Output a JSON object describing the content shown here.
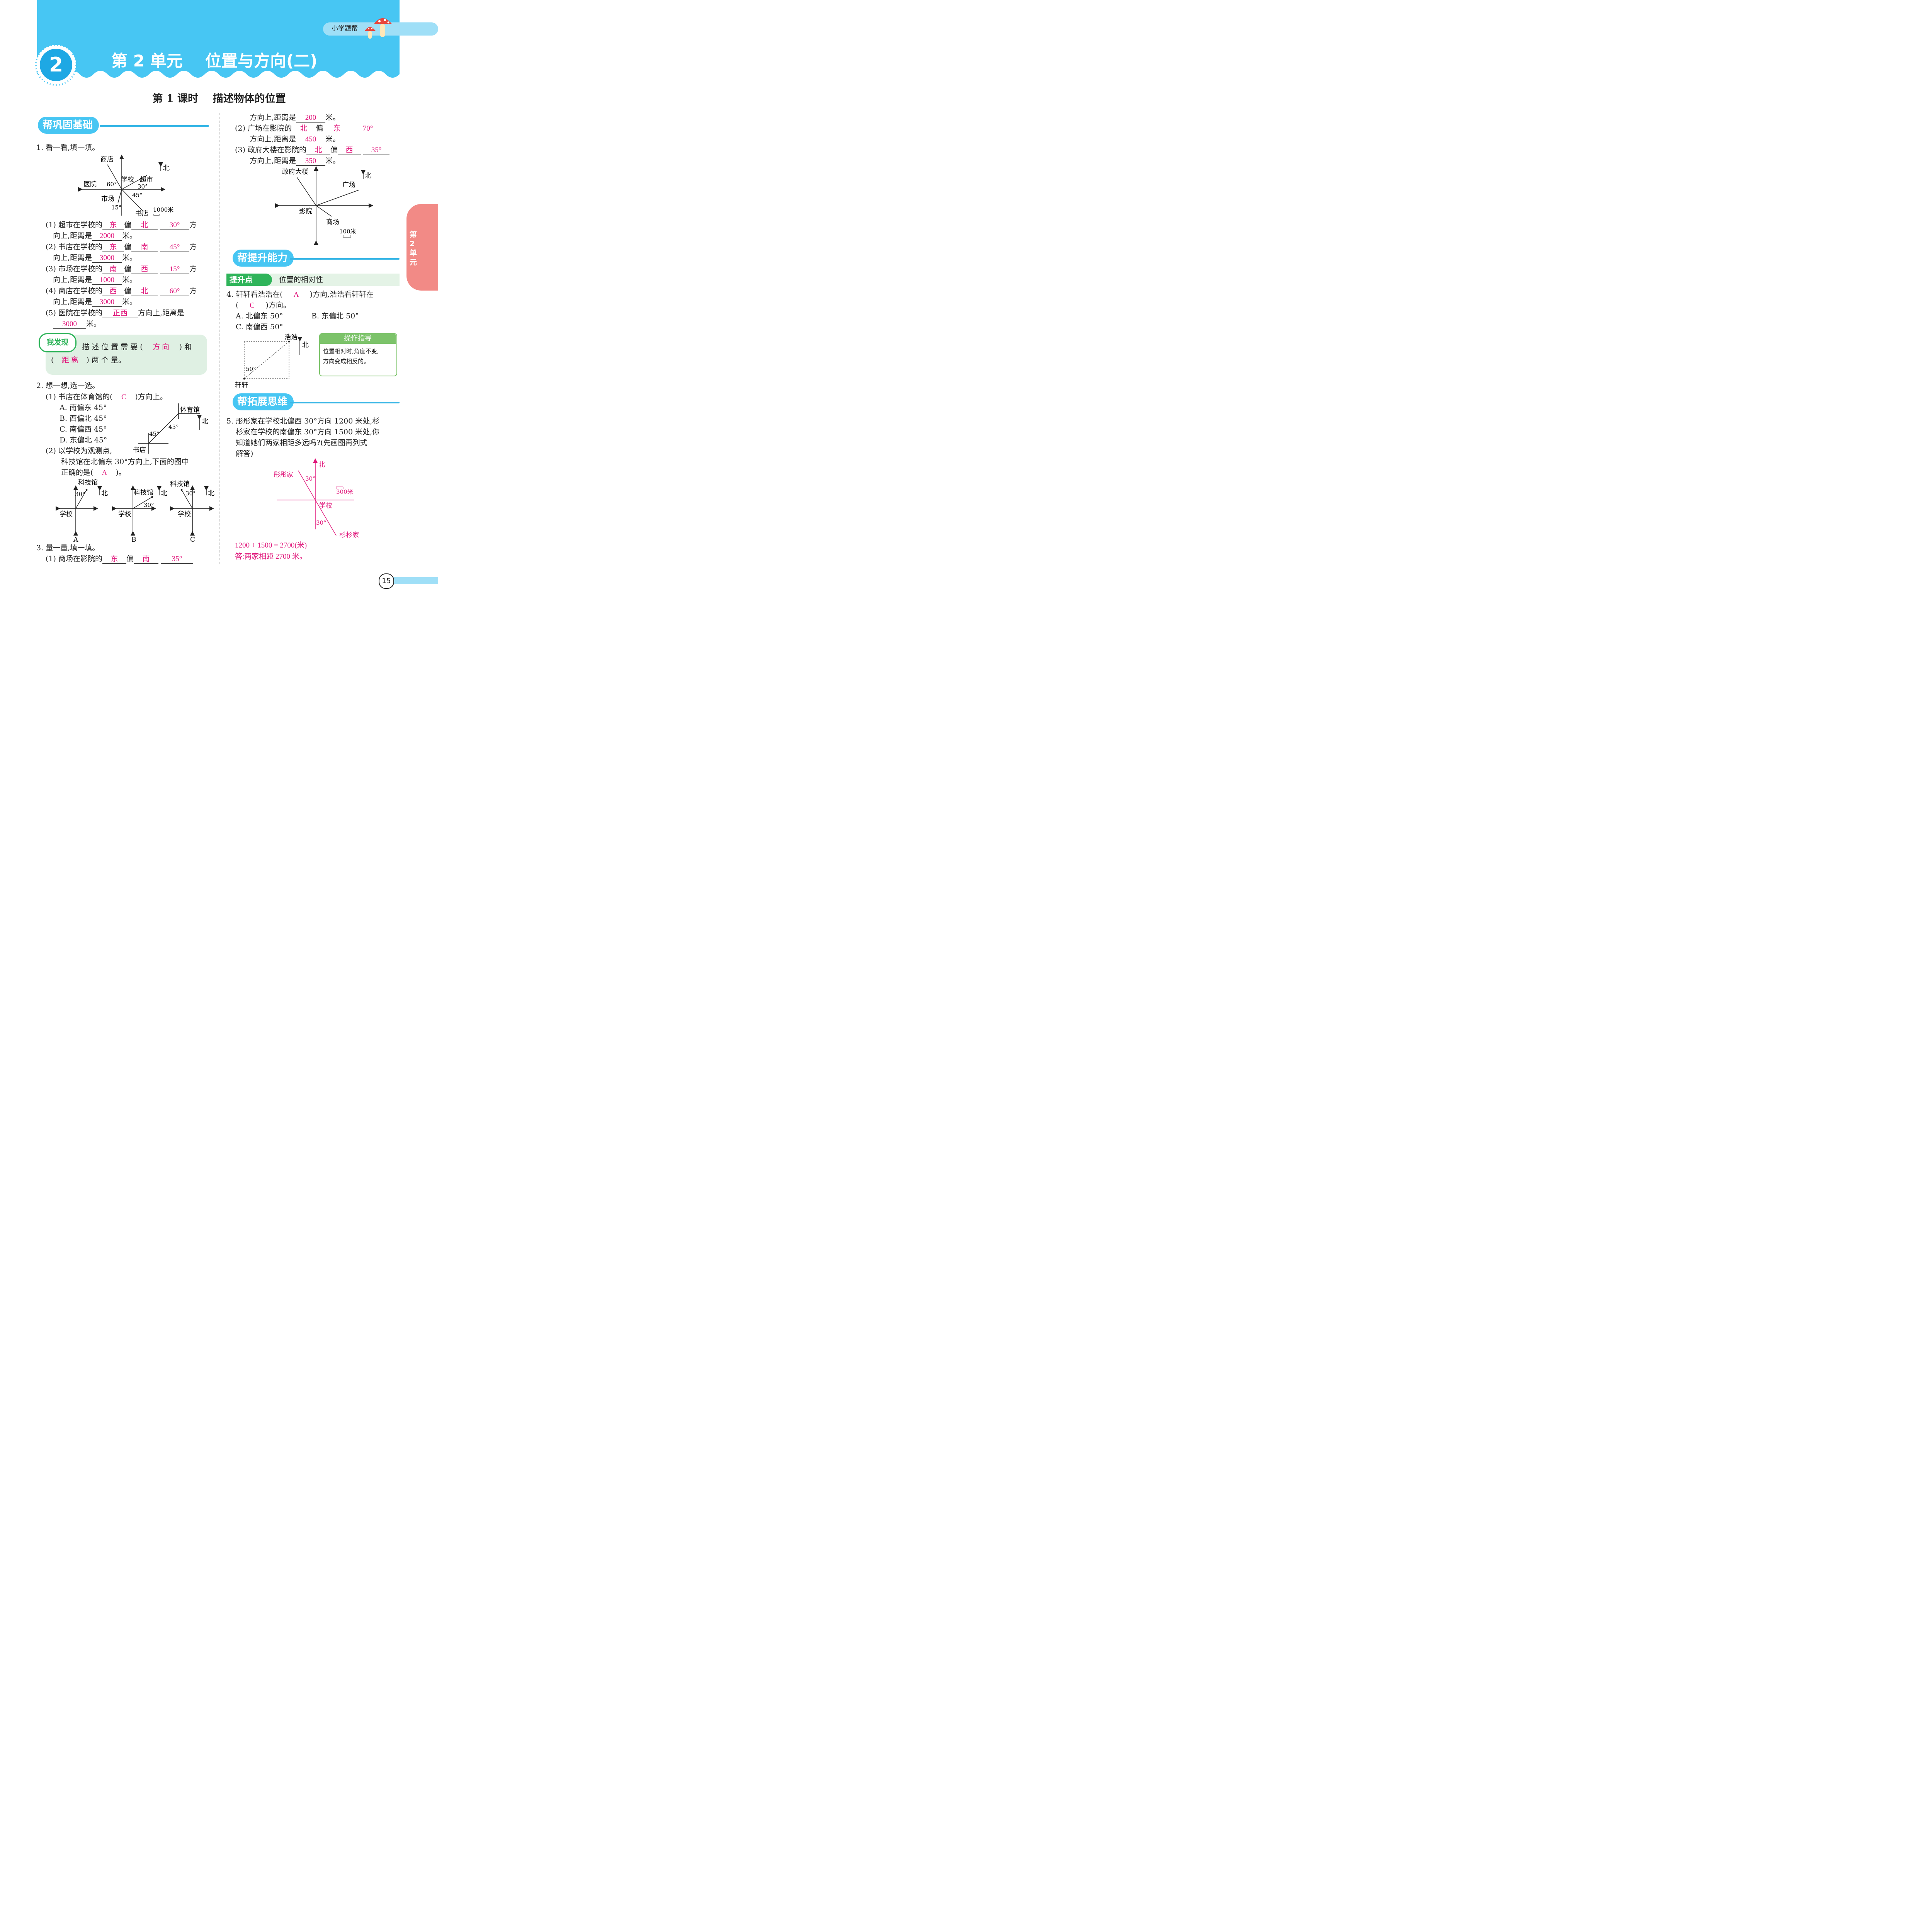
{
  "header": {
    "unit_number": "2",
    "unit_title": "第 2 单元    位置与方向(二)",
    "brand": "小学题帮",
    "lesson_title": "第 1 课时    描述物体的位置",
    "side_tab": "第2单元",
    "colors": {
      "sky": "#47c6f3",
      "pink": "#e0157a",
      "green": "#2fb45a",
      "tab": "#f28a86"
    }
  },
  "sections": {
    "basic": "帮巩固基础",
    "ability": "帮提升能力",
    "extend": "帮拓展思维"
  },
  "q1": {
    "title": "1. 看一看,填一填。",
    "map": {
      "shop": "商店",
      "north": "北",
      "school": "学校",
      "market": "超市",
      "hospital": "医院",
      "angle60": "60°",
      "angle30": "30°",
      "angle45": "45°",
      "marketplace": "市场",
      "angle15": "15°",
      "bookstore": "书店",
      "scale": "1000米"
    },
    "items": [
      {
        "pre": "(1) 超市在学校的",
        "a1": "东",
        "mid": "偏",
        "a2": "北",
        "a3": "30°",
        "suf": "方",
        "line2pre": "向上,距离是",
        "a4": "2000",
        "line2suf": "米。"
      },
      {
        "pre": "(2) 书店在学校的",
        "a1": "东",
        "mid": "偏",
        "a2": "南",
        "a3": "45°",
        "suf": "方",
        "line2pre": "向上,距离是",
        "a4": "3000",
        "line2suf": "米。"
      },
      {
        "pre": "(3) 市场在学校的",
        "a1": "南",
        "mid": "偏",
        "a2": "西",
        "a3": "15°",
        "suf": "方",
        "line2pre": "向上,距离是",
        "a4": "1000",
        "line2suf": "米。"
      },
      {
        "pre": "(4) 商店在学校的",
        "a1": "西",
        "mid": "偏",
        "a2": "北",
        "a3": "60°",
        "suf": "方",
        "line2pre": "向上,距离是",
        "a4": "3000",
        "line2suf": "米。"
      }
    ],
    "item5": {
      "pre": "(5) 医院在学校的",
      "a1": "正西",
      "suf": "方向上,距离是",
      "a2": "3000",
      "end": "米。"
    }
  },
  "discover": {
    "badge": "我发现",
    "pre": "描 述 位 置 需 要 (",
    "a1": "方 向",
    "mid": ") 和",
    "pre2": "(",
    "a2": "距 离",
    "end": ") 两 个 量。"
  },
  "q2": {
    "title": "2. 想一想,选一选。",
    "p1_pre": "(1) 书店在体育馆的(",
    "p1_ans": "C",
    "p1_suf": ")方向上。",
    "options": [
      "A. 南偏东 45°",
      "B. 西偏北 45°",
      "C. 南偏西 45°",
      "D. 东偏北 45°"
    ],
    "fig": {
      "gym": "体育馆",
      "north": "北",
      "a1": "45°",
      "a2": "45°",
      "store": "书店"
    },
    "p2_line1": "(2) 以学校为观测点,",
    "p2_line2": "科技馆在北偏东 30°方向上,下面的图中",
    "p2_line3_pre": "正确的是(",
    "p2_ans": "A",
    "p2_line3_suf": ")。",
    "figs": [
      {
        "museum": "科技馆",
        "angle": "30°",
        "north": "北",
        "school": "学校",
        "label": "A"
      },
      {
        "museum": "科技馆",
        "angle": "30°",
        "north": "北",
        "school": "学校",
        "label": "B"
      },
      {
        "museum": "科技馆",
        "angle": "30°",
        "north": "北",
        "school": "学校",
        "label": "C"
      }
    ]
  },
  "q3": {
    "title": "3. 量一量,填一填。",
    "i1": {
      "pre": "(1) 商场在影院的",
      "a1": "东",
      "mid": "偏",
      "a2": "南",
      "a3": "35°",
      "line2pre": "方向上,距离是",
      "a4": "200",
      "end": "米。"
    },
    "i2": {
      "pre": "(2) 广场在影院的",
      "a1": "北",
      "mid": "偏",
      "a2": "东",
      "a3": "70°",
      "line2pre": "方向上,距离是",
      "a4": "450",
      "end": "米。"
    },
    "i3": {
      "pre": "(3) 政府大楼在影院的",
      "a1": "北",
      "mid": "偏",
      "a2": "西",
      "a3": "35°",
      "line2pre": "方向上,距离是",
      "a4": "350",
      "end": "米。"
    },
    "map": {
      "gov": "政府大楼",
      "north": "北",
      "square": "广场",
      "cinema": "影院",
      "mall": "商场",
      "scale": "100米"
    }
  },
  "q4": {
    "point_badge": "提升点",
    "point_text": "位置的相对性",
    "line1_pre": "4. 轩轩看浩浩在(",
    "a1": "A",
    "line1_suf": ")方向,浩浩看轩轩在",
    "line2_pre": "(",
    "a2": "C",
    "line2_suf": ")方向。",
    "optA": "A. 北偏东 50°",
    "optB": "B. 东偏北 50°",
    "optC": "C. 南偏西 50°",
    "fig": {
      "haohao": "浩浩",
      "north": "北",
      "angle": "50°",
      "xuanxuan": "轩轩"
    },
    "guide_title": "操作指导",
    "guide_l1": "位置相对时,角度不变,",
    "guide_l2": "方向变成相反的。"
  },
  "q5": {
    "l1": "5. 彤彤家在学校北偏西 30°方向 1200 米处,杉",
    "l2": "杉家在学校的南偏东 30°方向 1500 米处,你",
    "l3": "知道她们两家相距多远吗?(先画图再列式",
    "l4": "解答)",
    "fig": {
      "north": "北",
      "tong": "彤彤家",
      "a1": "30°",
      "scale": "300米",
      "school": "学校",
      "a2": "30°",
      "shan": "杉杉家"
    },
    "eq": "1200 + 1500 = 2700(米)",
    "answer": "答:两家相距 2700 米。"
  },
  "page_number": "15"
}
